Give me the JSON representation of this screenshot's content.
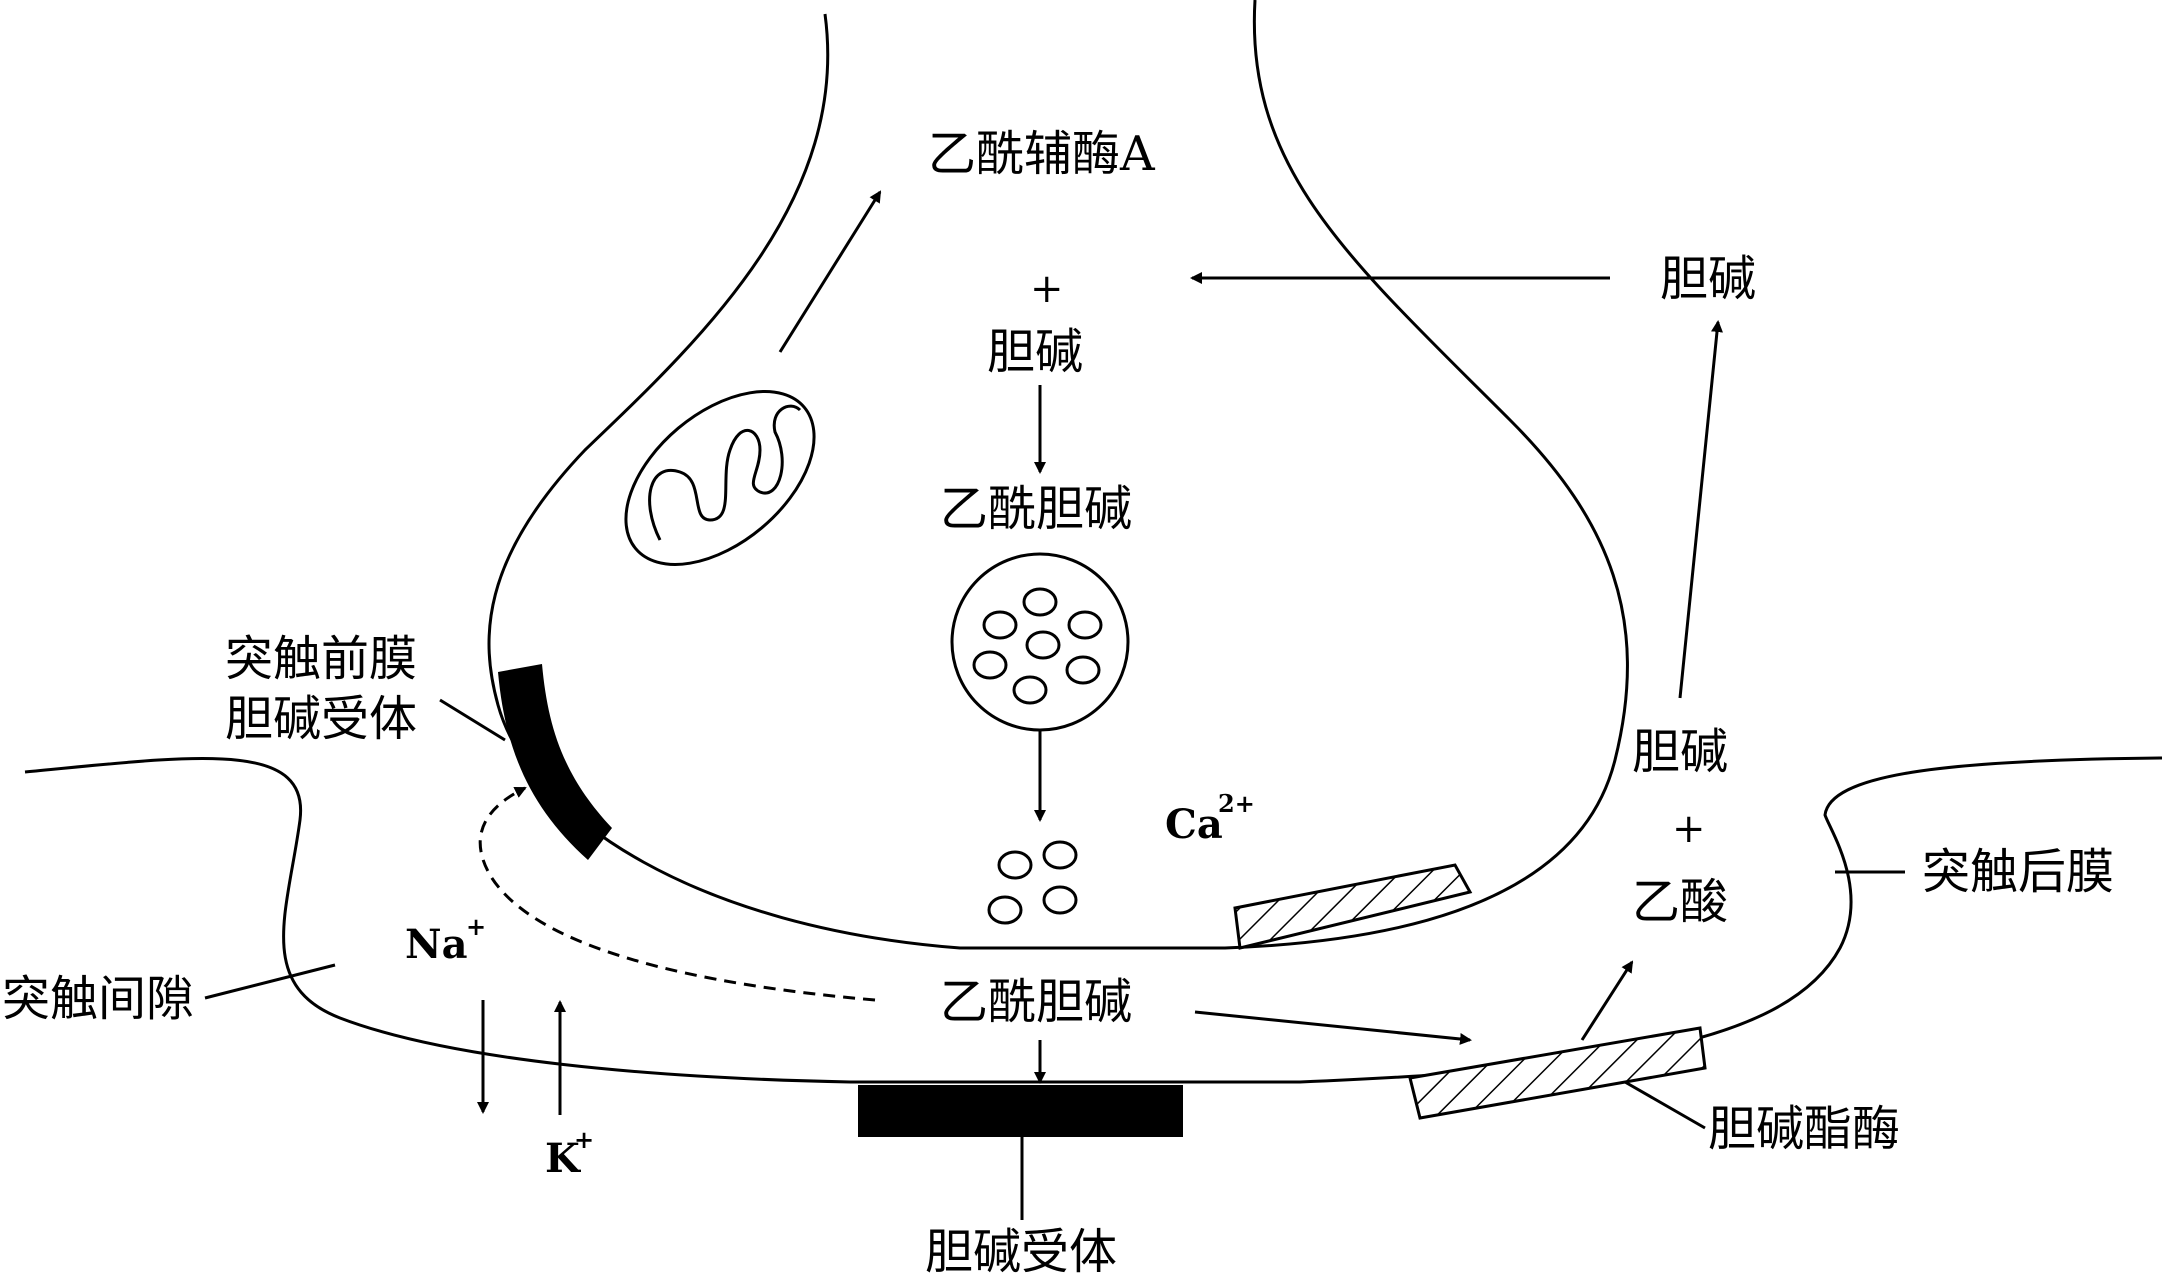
{
  "labels": {
    "acetyl_coa": "乙酰辅酶A",
    "plus_top": "+",
    "choline_mid": "胆碱",
    "acetylcholine_top": "乙酰胆碱",
    "choline_right_top": "胆碱",
    "choline_right_mid": "胆碱",
    "plus_right": "+",
    "acetic_acid": "乙酸",
    "acetylcholine_cleft": "乙酰胆碱",
    "presynaptic_receptor_line1": "突触前膜",
    "presynaptic_receptor_line2": "胆碱受体",
    "postsynaptic_membrane": "突触后膜",
    "synaptic_cleft": "突触间隙",
    "cholinesterase": "胆碱酯酶",
    "choline_receptor": "胆碱受体"
  },
  "ions": {
    "na": "Na",
    "na_charge": "+",
    "k": "K",
    "k_charge": "+",
    "ca": "Ca",
    "ca_charge": "2+"
  }
}
